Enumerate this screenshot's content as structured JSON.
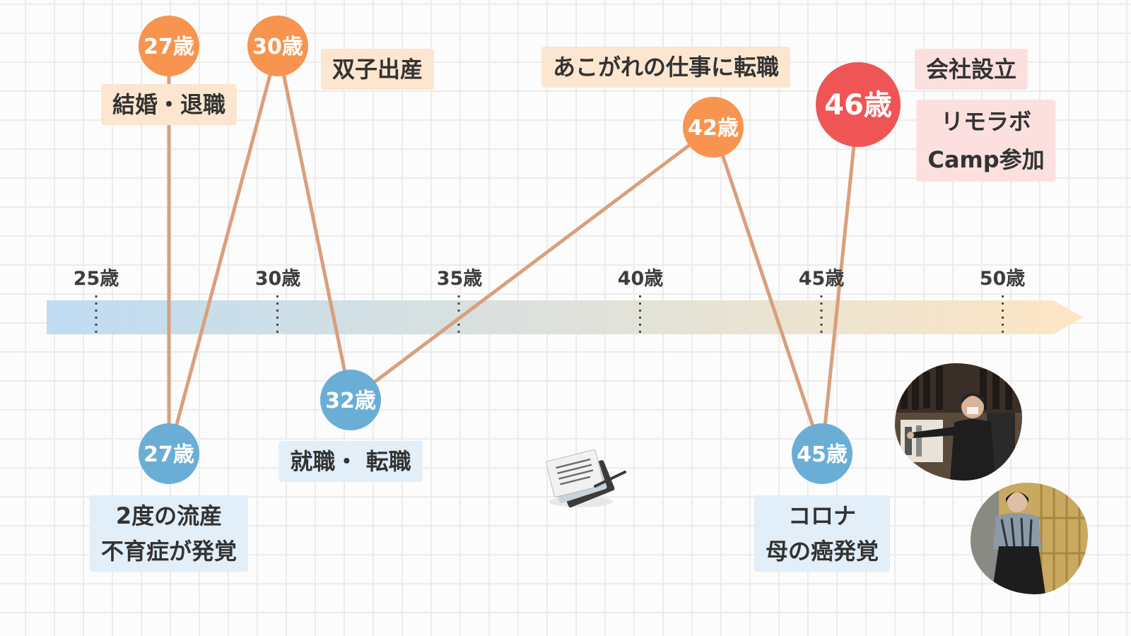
{
  "axis": {
    "tick_labels": [
      "25歳",
      "30歳",
      "35歳",
      "40歳",
      "45歳",
      "50歳"
    ],
    "gradient_start_color": "#bfdcf2",
    "gradient_end_color": "#fde6c4"
  },
  "colors": {
    "connector": "#d9a07c",
    "peak_circle": "#f7944f",
    "highlight_circle": "#ef5555",
    "low_circle": "#6aaed6"
  },
  "timeline_points": [
    {
      "age": 27,
      "label": "27歳",
      "type": "peak"
    },
    {
      "age": 27,
      "label": "27歳",
      "type": "low"
    },
    {
      "age": 30,
      "label": "30歳",
      "type": "peak"
    },
    {
      "age": 32,
      "label": "32歳",
      "type": "low"
    },
    {
      "age": 42,
      "label": "42歳",
      "type": "peak"
    },
    {
      "age": 45,
      "label": "45歳",
      "type": "low"
    },
    {
      "age": 46,
      "label": "46歳",
      "type": "highlight"
    }
  ],
  "events": {
    "marriage_retirement": "結婚・退職",
    "twins_birth": "双子出産",
    "dream_job_change": "あこがれの仕事に転職",
    "company_founded": "会社設立",
    "remolabo_line1": "リモラボ",
    "remolabo_line2": "Camp参加",
    "miscarriage_line1": "2度の流産",
    "miscarriage_line2": "不育症が発覚",
    "employment_change": "就職・ 転職",
    "corona_line1": "コロナ",
    "corona_line2": "母の癌発覚"
  },
  "decorations": [
    "documents-icon",
    "shop-photo",
    "portrait-photo"
  ]
}
